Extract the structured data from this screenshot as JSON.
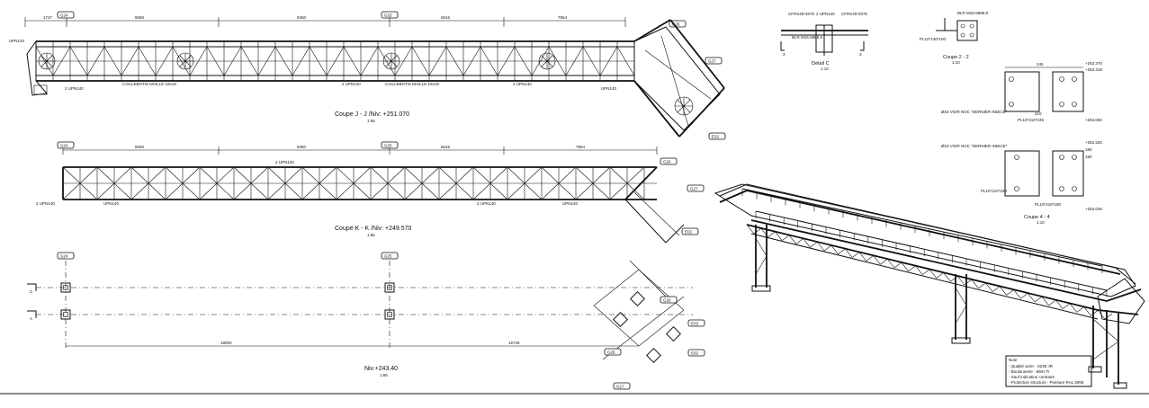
{
  "grids": {
    "g624": "G24",
    "g625": "G25",
    "g626": "G26",
    "g627": "G27",
    "g628": "G28",
    "e02": "E02",
    "e03": "E03"
  },
  "top_plan": {
    "caption": "Coupe J - J  /Niv: +251.070",
    "scale": "1:65",
    "dims": [
      "1747",
      "8650",
      "9450",
      "6615",
      "7964"
    ],
    "members": [
      "UPN140",
      "2 UPN140",
      "CAILLEBOTIS MAILLE 19x19",
      "2 UPN140",
      "CAILLEBOTIS MAILLE 19x19",
      "2 UPN140",
      "UPN140"
    ]
  },
  "mid_plan": {
    "caption": "Coupe K - K  /Niv: +249.570",
    "scale": "1:65",
    "dims": [
      "8650",
      "9450",
      "6615",
      "7964"
    ],
    "members": [
      "2 UPN140",
      "UPN140",
      "2 UPN140",
      "2 UPN140",
      "UPN140"
    ]
  },
  "foundation": {
    "caption": "Niv.+243.40",
    "scale": "1:65",
    "dims": [
      "18000",
      "15725"
    ],
    "letters": [
      "C",
      "A"
    ]
  },
  "detail_c": {
    "caption": "Détail C",
    "scale": "1:10",
    "labels": [
      "CFRX45*4075",
      "2 UPN140",
      "CFRX45*4075",
      "BLR M16-6886.8"
    ],
    "marks": [
      "3",
      "3"
    ]
  },
  "coupe22": {
    "caption": "Coupe 2 - 2",
    "scale": "1:10",
    "labels": [
      "BLR M16-6886.8",
      "PL10*140*100"
    ]
  },
  "coupe33": {
    "labels": [
      "+253.370",
      "+253.315",
      "Ø16 VOIR NOC \"DERNIER INDICE\"",
      "PL10*210*245",
      "+253.060"
    ],
    "dims": [
      "245",
      "210"
    ]
  },
  "coupe44": {
    "caption": "Coupe 4 - 4",
    "scale": "1:10",
    "labels": [
      "Ø18 VOIR NOC \"DERNIER INDICE\"",
      "+252.526",
      "PL10*210*180",
      "PL10*210*180",
      "+252.026"
    ],
    "dims": [
      "180",
      "150"
    ]
  },
  "notes": {
    "title": "Note",
    "lines": [
      "- Qualité acier : S235 JR",
      "- Boulonnerie : 8/8H Tr",
      "- Sauf indication contraire",
      "- Protection structure : Peinture RAL 5008"
    ]
  }
}
